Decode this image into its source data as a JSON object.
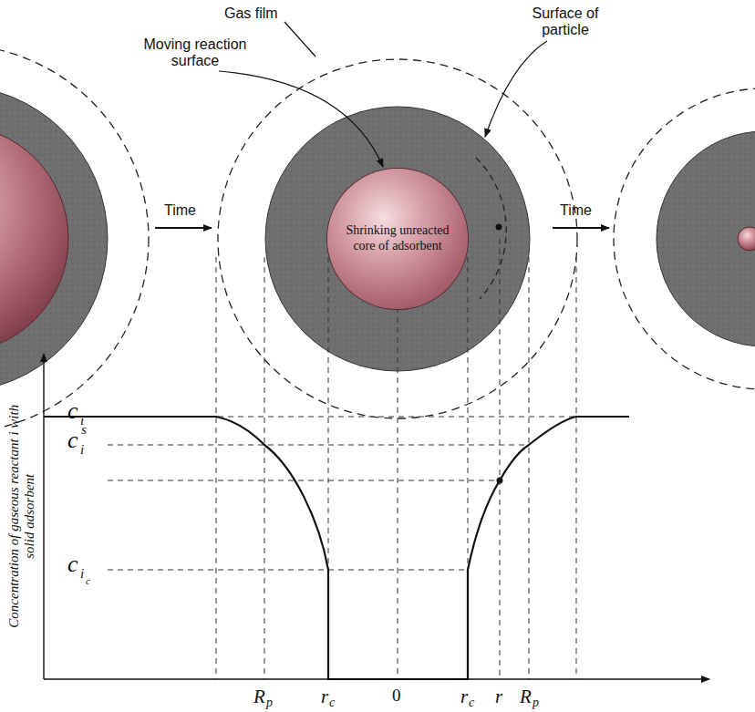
{
  "diagram": {
    "nodes": [
      {
        "text": [
          "Shrinking unreacted core of adsorbent"
        ]
      }
    ],
    "labels": [
      "Gas film",
      "Moving reaction surface",
      "Surface of particle",
      "Time",
      "Time",
      "Concentration of gaseous reactant i with solid adsorbent",
      "c",
      "i",
      "c",
      "i",
      "s",
      "c",
      "i",
      "c",
      "R",
      "p",
      "r",
      "c",
      "0",
      "r",
      "c",
      "r",
      "R",
      "p"
    ]
  }
}
